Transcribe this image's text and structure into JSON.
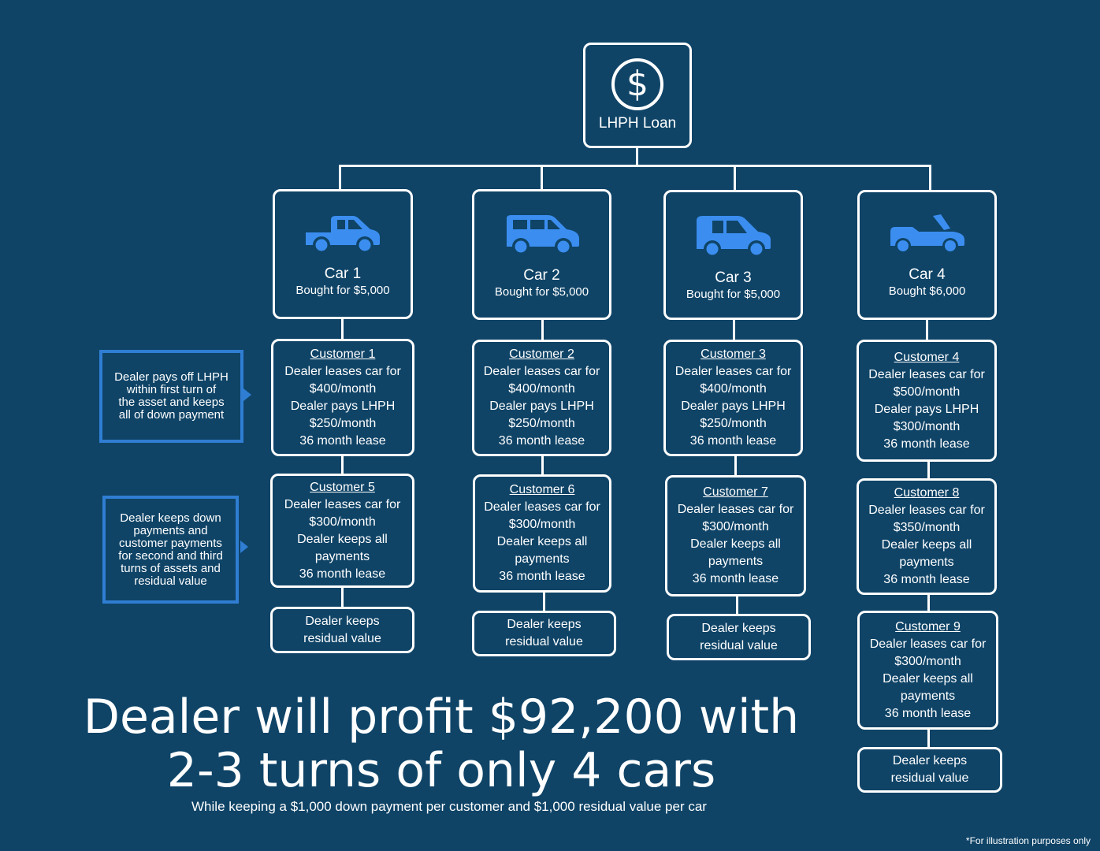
{
  "root": {
    "label": "LHPH Loan",
    "icon": "dollar-circle-icon",
    "symbol": "$"
  },
  "cars": [
    {
      "title": "Car 1",
      "subtitle": "Bought for $5,000",
      "icon": "pickup-truck-icon"
    },
    {
      "title": "Car 2",
      "subtitle": "Bought for $5,000",
      "icon": "suv-icon"
    },
    {
      "title": "Car 3",
      "subtitle": "Bought for $5,000",
      "icon": "van-icon"
    },
    {
      "title": "Car 4",
      "subtitle": "Bought $6,000",
      "icon": "convertible-icon"
    }
  ],
  "customers": [
    {
      "name": "Customer 1",
      "lines": [
        "Dealer leases car for",
        "$400/month",
        "Dealer pays LHPH",
        "$250/month",
        "36 month lease"
      ]
    },
    {
      "name": "Customer 2",
      "lines": [
        "Dealer leases car for",
        "$400/month",
        "Dealer pays LHPH",
        "$250/month",
        "36 month lease"
      ]
    },
    {
      "name": "Customer 3",
      "lines": [
        "Dealer leases car for",
        "$400/month",
        "Dealer pays LHPH",
        "$250/month",
        "36 month lease"
      ]
    },
    {
      "name": "Customer 4",
      "lines": [
        "Dealer leases car for",
        "$500/month",
        "Dealer pays LHPH",
        "$300/month",
        "36 month lease"
      ]
    },
    {
      "name": "Customer 5",
      "lines": [
        "Dealer leases car for",
        "$300/month",
        "Dealer keeps all",
        "payments",
        "36 month lease"
      ]
    },
    {
      "name": "Customer 6",
      "lines": [
        "Dealer leases car for",
        "$300/month",
        "Dealer keeps all",
        "payments",
        "36 month lease"
      ]
    },
    {
      "name": "Customer 7",
      "lines": [
        "Dealer leases car for",
        "$300/month",
        "Dealer keeps all",
        "payments",
        "36 month lease"
      ]
    },
    {
      "name": "Customer 8",
      "lines": [
        "Dealer leases car for",
        "$350/month",
        "Dealer keeps all",
        "payments",
        "36 month lease"
      ]
    },
    {
      "name": "Customer 9",
      "lines": [
        "Dealer leases car for",
        "$300/month",
        "Dealer keeps all",
        "payments",
        "36 month lease"
      ]
    }
  ],
  "residual": [
    "Dealer keeps",
    "residual value"
  ],
  "notes": {
    "first_turn": [
      "Dealer pays off LHPH",
      "within first turn of",
      "the asset and keeps",
      "all of down payment"
    ],
    "later_turns": [
      "Dealer keeps down",
      "payments and",
      "customer payments",
      "for second and third",
      "turns of assets and",
      "residual value"
    ]
  },
  "headline": [
    "Dealer will profit $92,200 with",
    "2-3 turns of only 4 cars"
  ],
  "subline": "While keeping a $1,000 down payment per customer and $1,000 residual value per car",
  "footnote": "*For illustration purposes only",
  "colors": {
    "background": "#0f4467",
    "accent": "#2f7ed3",
    "icon": "#3b8ef0",
    "line": "#ffffff"
  }
}
